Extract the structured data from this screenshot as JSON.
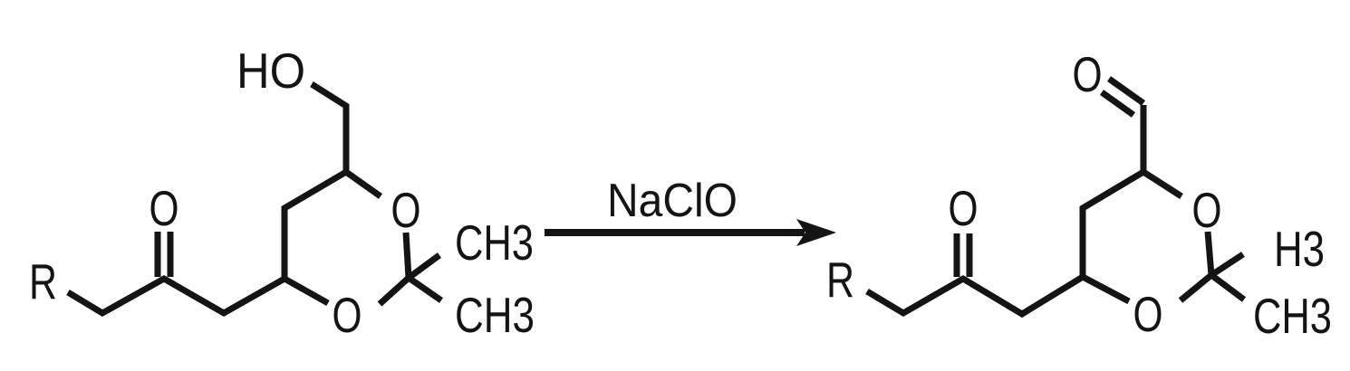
{
  "colors": {
    "ink": "#141414",
    "background": "#ffffff"
  },
  "arrow": {
    "reagent": "NaClO"
  },
  "reactant": {
    "r_group": "R",
    "ketone_oxygen": "O",
    "hydroxyl": "HO",
    "ring_oxygen_top": "O",
    "ring_oxygen_bottom": "O",
    "methyl_top": "CH3",
    "methyl_bottom": "CH3"
  },
  "product": {
    "r_group": "R",
    "ketone_oxygen": "O",
    "aldehyde_oxygen": "O",
    "ring_oxygen_top": "O",
    "ring_oxygen_bottom": "O",
    "methyl_top": "H3",
    "methyl_bottom": "CH3"
  }
}
